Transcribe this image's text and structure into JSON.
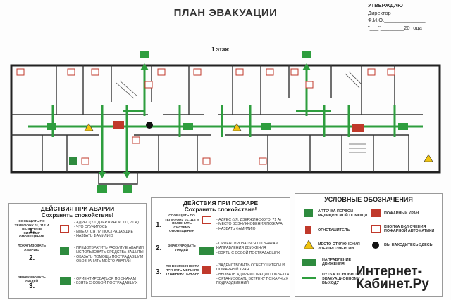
{
  "header": {
    "title": "ПЛАН ЭВАКУАЦИИ",
    "approve_label": "УТВЕРЖДАЮ",
    "approve_role": "Директор",
    "approve_name": "Ф.И.О.",
    "approve_date": "\"___\"________20   года",
    "floor_label": "1 этаж"
  },
  "colors": {
    "route_green": "#2e9e3e",
    "fire_red": "#c0392b",
    "wall": "#222222",
    "warning_yellow": "#f1c40f"
  },
  "accident_panel": {
    "title_line1": "ДЕЙСТВИЯ ПРИ АВАРИИ",
    "title_line2": "Сохранять спокойствие!",
    "steps": [
      {
        "number": "1.",
        "label": "СООБЩИТЬ ПО ТЕЛЕФОНУ 01, 112 И ВКЛЮЧИТЬ СИСТЕМУ ОПОВЕЩЕНИЯ",
        "lines": [
          "- АДРЕС (УЛ. ДЗЕРЖИНСКОГО, 71 А)",
          "- ЧТО СЛУЧИЛОСЬ",
          "- ИМЕЮТСЯ ЛИ ПОСТРАДАВШИЕ",
          "- НАЗВАТЬ ФАМИЛИЮ"
        ]
      },
      {
        "number": "2.",
        "label": "ЛОКАЛИЗОВАТЬ АВАРИЮ",
        "lines": [
          "- ПРЕДОТВРАТИТЬ РАЗВИТИЕ АВАРИИ",
          "- ИСПОЛЬЗОВАТЬ СРЕДСТВА ЗАЩИТЫ",
          "- ОКАЗАТЬ ПОМОЩЬ ПОСТРАДАВШИМ",
          "- ОБОЗНАЧИТЬ МЕСТО АВАРИИ"
        ]
      },
      {
        "number": "3.",
        "label": "ЭВАКУИРОВАТЬ ЛЮДЕЙ",
        "lines": [
          "- ОРИЕНТИРОВАТЬСЯ ПО ЗНАКАМ",
          "- ВЗЯТЬ С СОБОЙ ПОСТРАДАВШИХ"
        ]
      }
    ]
  },
  "fire_panel": {
    "title_line1": "ДЕЙСТВИЯ ПРИ ПОЖАРЕ",
    "title_line2": "Сохранять спокойствие!",
    "steps": [
      {
        "number": "1.",
        "label": "СООБЩИТЬ ПО ТЕЛЕФОНУ 01, 112 И ВКЛЮЧИТЬ СИСТЕМУ ОПОВЕЩЕНИЯ",
        "lines": [
          "- АДРЕС (УЛ. ДЗЕРЖИНСКОГО, 71 А)",
          "- МЕСТО ВОЗНИКНОВЕНИЯ ПОЖАРА",
          "- НАЗВАТЬ ФАМИЛИЮ"
        ]
      },
      {
        "number": "2.",
        "label": "ЭВАКУИРОВАТЬ ЛЮДЕЙ",
        "lines": [
          "- ОРИЕНТИРОВАТЬСЯ ПО ЗНАКАМ НАПРАВЛЕНИЯ ДВИЖЕНИЯ",
          "- ВЗЯТЬ С СОБОЙ ПОСТРАДАВШИХ"
        ]
      },
      {
        "number": "3.",
        "label": "ПО ВОЗМОЖНОСТИ ПРИНЯТЬ МЕРЫ ПО ТУШЕНИЮ ПОЖАРА",
        "lines": [
          "- ЗАДЕЙСТВОВАТЬ ОГНЕТУШИТЕЛИ И ПОЖАРНЫЙ КРАН",
          "- ВЫЗВАТЬ АДМИНИСТРАЦИЮ ОБЪЕКТА",
          "- ОРГАНИЗОВАТЬ ВСТРЕЧУ ПОЖАРНЫХ ПОДРАЗДЕЛЕНИЙ"
        ]
      }
    ]
  },
  "legend": {
    "title": "УСЛОВНЫЕ ОБОЗНАЧЕНИЯ",
    "items": [
      {
        "icon": "first-aid-icon",
        "label": "АПТЕЧКА ПЕРВОЙ МЕДИЦИНСКОЙ ПОМОЩИ"
      },
      {
        "icon": "fire-hydrant-icon",
        "label": "ПОЖАРНЫЙ КРАН"
      },
      {
        "icon": "extinguisher-icon",
        "label": "ОГНЕТУШИТЕЛЬ"
      },
      {
        "icon": "alarm-button-icon",
        "label": "КНОПКА ВКЛЮЧЕНИЯ ПОЖАРНОЙ АВТОМАТИКИ"
      },
      {
        "icon": "power-off-icon",
        "label": "МЕСТО ОТКЛЮЧЕНИЯ ЭЛЕКТРОЭНЕРГИИ"
      },
      {
        "icon": "you-are-here-icon",
        "label": "ВЫ НАХОДИТЕСЬ ЗДЕСЬ"
      },
      {
        "icon": "direction-arrow-icon",
        "label": "НАПРАВЛЕНИЕ ДВИЖЕНИЯ"
      },
      {
        "icon": "route-line-icon",
        "label": "ПУТЬ К ОСНОВНОМУ ЭВАКУАЦИОННОМУ ВЫХОДУ"
      }
    ]
  },
  "watermark": {
    "line1": "Интернет-",
    "line2": "Кабинет.Ру"
  }
}
